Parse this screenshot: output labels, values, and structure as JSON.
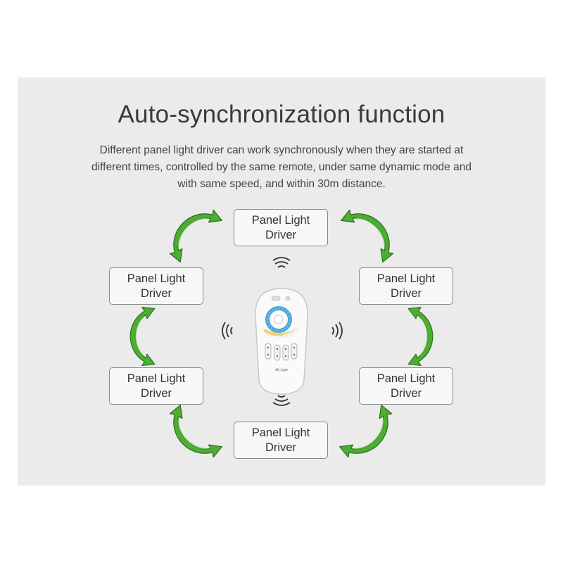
{
  "title": "Auto-synchronization function",
  "description": "Different panel light driver can work synchronously when they are started at different times, controlled by the same remote, under same dynamic mode and with same speed, and within 30m distance.",
  "nodes": [
    {
      "line1": "Panel Light",
      "line2": "Driver"
    },
    {
      "line1": "Panel Light",
      "line2": "Driver"
    },
    {
      "line1": "Panel Light",
      "line2": "Driver"
    },
    {
      "line1": "Panel Light",
      "line2": "Driver"
    },
    {
      "line1": "Panel Light",
      "line2": "Driver"
    },
    {
      "line1": "Panel Light",
      "line2": "Driver"
    }
  ],
  "remote": {
    "brand": "Mi-Light"
  },
  "colors": {
    "background_panel": "#ebebeb",
    "arrow": "#4cae32",
    "arrow_outline": "#2f6f1e",
    "box_border": "#8a8a8a"
  }
}
